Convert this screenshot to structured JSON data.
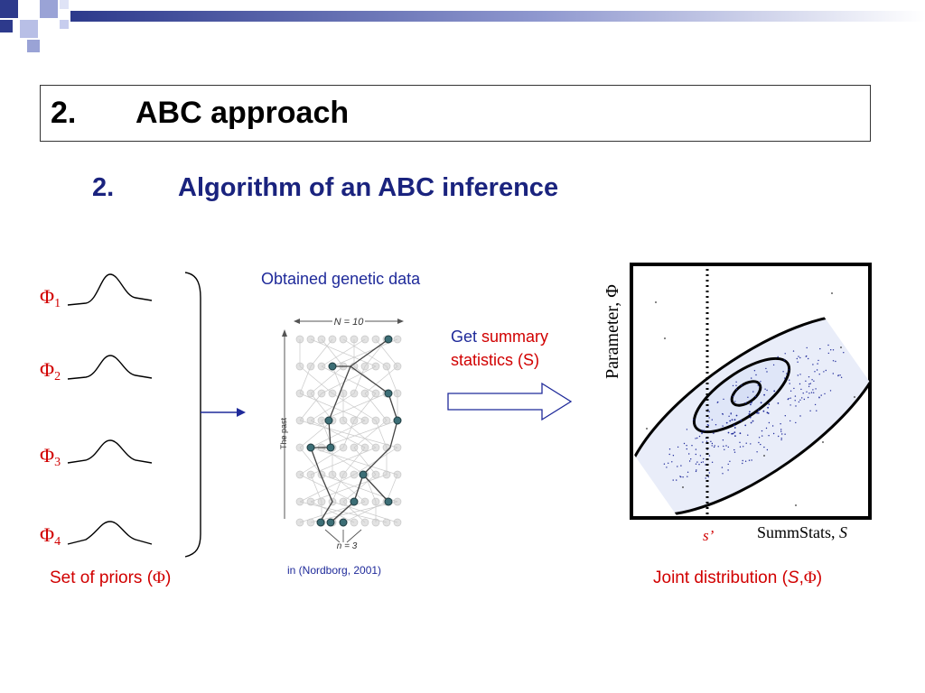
{
  "title": {
    "number": "2.",
    "text": "ABC approach"
  },
  "subtitle": {
    "number": "2.",
    "text": "Algorithm of an ABC inference"
  },
  "priors": {
    "symbol": "Φ",
    "items": [
      "1",
      "2",
      "3",
      "4"
    ],
    "caption_prefix": "Set of priors (",
    "caption_symbol": "Φ",
    "caption_suffix": ")"
  },
  "genetic": {
    "title": "Obtained genetic data",
    "n_top": "N = 10",
    "n_bottom": "n = 3",
    "axis_label": "The past",
    "citation": "in (Nordborg, 2001)"
  },
  "stats": {
    "get_word": "Get",
    "highlight_1": "summary",
    "highlight_2": "statistics (S)"
  },
  "joint": {
    "y_axis": "Parameter, Φ",
    "x_axis_word": "SummStats,",
    "x_axis_var": "S",
    "observed": "s’",
    "caption_prefix": "Joint distribution (",
    "caption_var": "S",
    "caption_sep": ",",
    "caption_symbol": "Φ",
    "caption_suffix": ")"
  },
  "colors": {
    "accent_red": "#d10000",
    "accent_blue": "#1f2a9a",
    "title_blue": "#1a237e",
    "deco_dark": "#2d3a8c",
    "deco_light": "#9aa3d6"
  }
}
